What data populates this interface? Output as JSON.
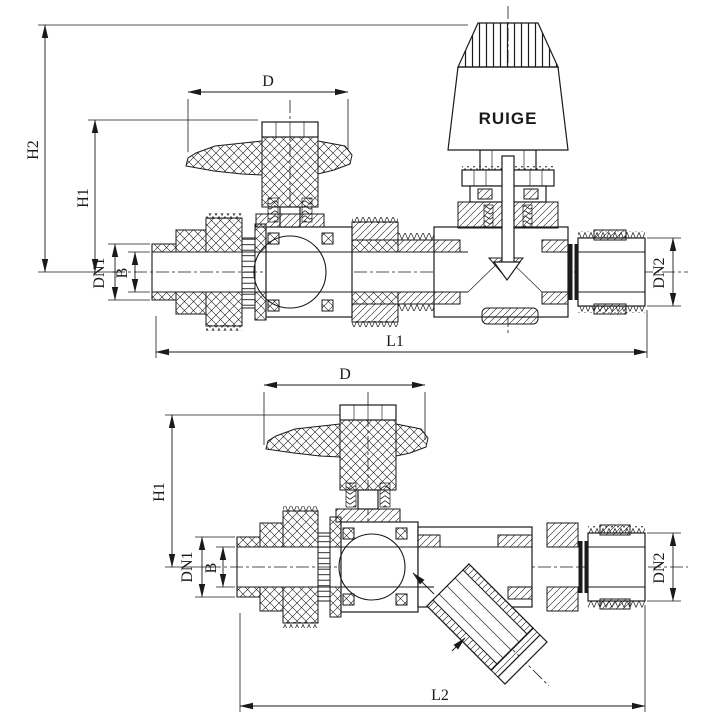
{
  "page": {
    "background": "#ffffff",
    "line_color": "#1a1a1a"
  },
  "drawing": {
    "brand_label": "RUIGE",
    "top_view": {
      "labels": {
        "H2": "H2",
        "H1": "H1",
        "D": "D",
        "DN1": "DN1",
        "B": "B",
        "DN2": "DN2",
        "L1": "L1"
      }
    },
    "bottom_view": {
      "labels": {
        "H1": "H1",
        "D": "D",
        "DN1": "DN1",
        "B": "B",
        "DN2": "DN2",
        "L2": "L2"
      }
    }
  }
}
